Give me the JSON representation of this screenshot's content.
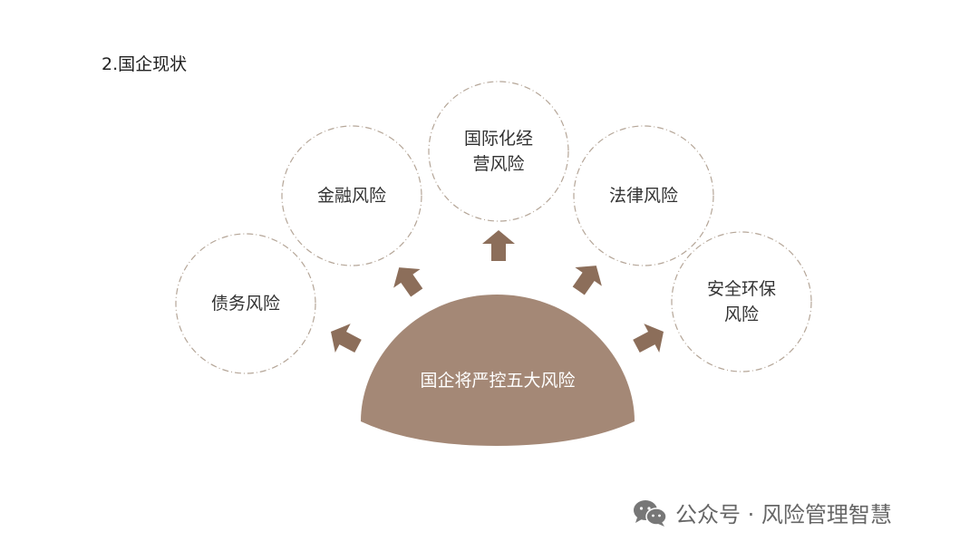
{
  "title": "2.国企现状",
  "center": "国企将严控五大风险",
  "risks": [
    {
      "lines": [
        "债务风险"
      ]
    },
    {
      "lines": [
        "金融风险"
      ]
    },
    {
      "lines": [
        "国际化经",
        "营风险"
      ]
    },
    {
      "lines": [
        "法律风险"
      ]
    },
    {
      "lines": [
        "安全环保",
        "风险"
      ]
    }
  ],
  "colors": {
    "dome": "#a48876",
    "arrow": "#8c6e5a",
    "circle_border": "#b5a698"
  },
  "watermark": {
    "icon": "wechat-icon",
    "text": "公众号 · 风险管理智慧"
  }
}
